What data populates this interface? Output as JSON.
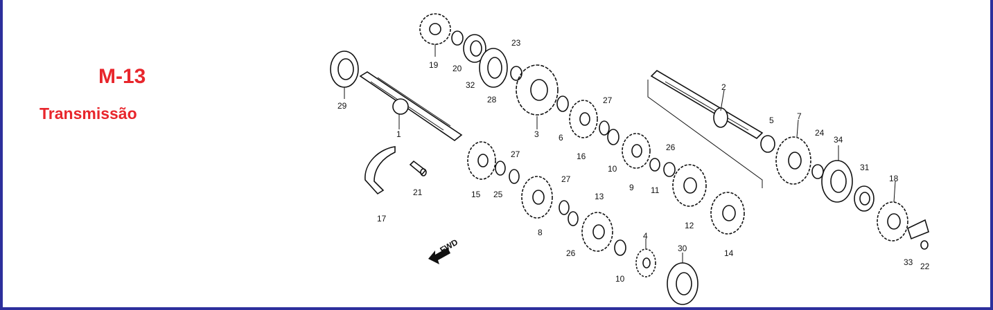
{
  "header": {
    "code": "M-13",
    "title": "Transmissão"
  },
  "colors": {
    "accent": "#e8262c",
    "frame": "#2d2f9c"
  },
  "fwd_label": "FWD",
  "callouts": [
    "1",
    "2",
    "3",
    "4",
    "5",
    "6",
    "7",
    "8",
    "9",
    "10",
    "10",
    "11",
    "12",
    "13",
    "14",
    "15",
    "16",
    "17",
    "18",
    "19",
    "20",
    "21",
    "22",
    "23",
    "24",
    "25",
    "26",
    "26",
    "27",
    "27",
    "27",
    "28",
    "29",
    "30",
    "31",
    "32",
    "33",
    "34"
  ]
}
